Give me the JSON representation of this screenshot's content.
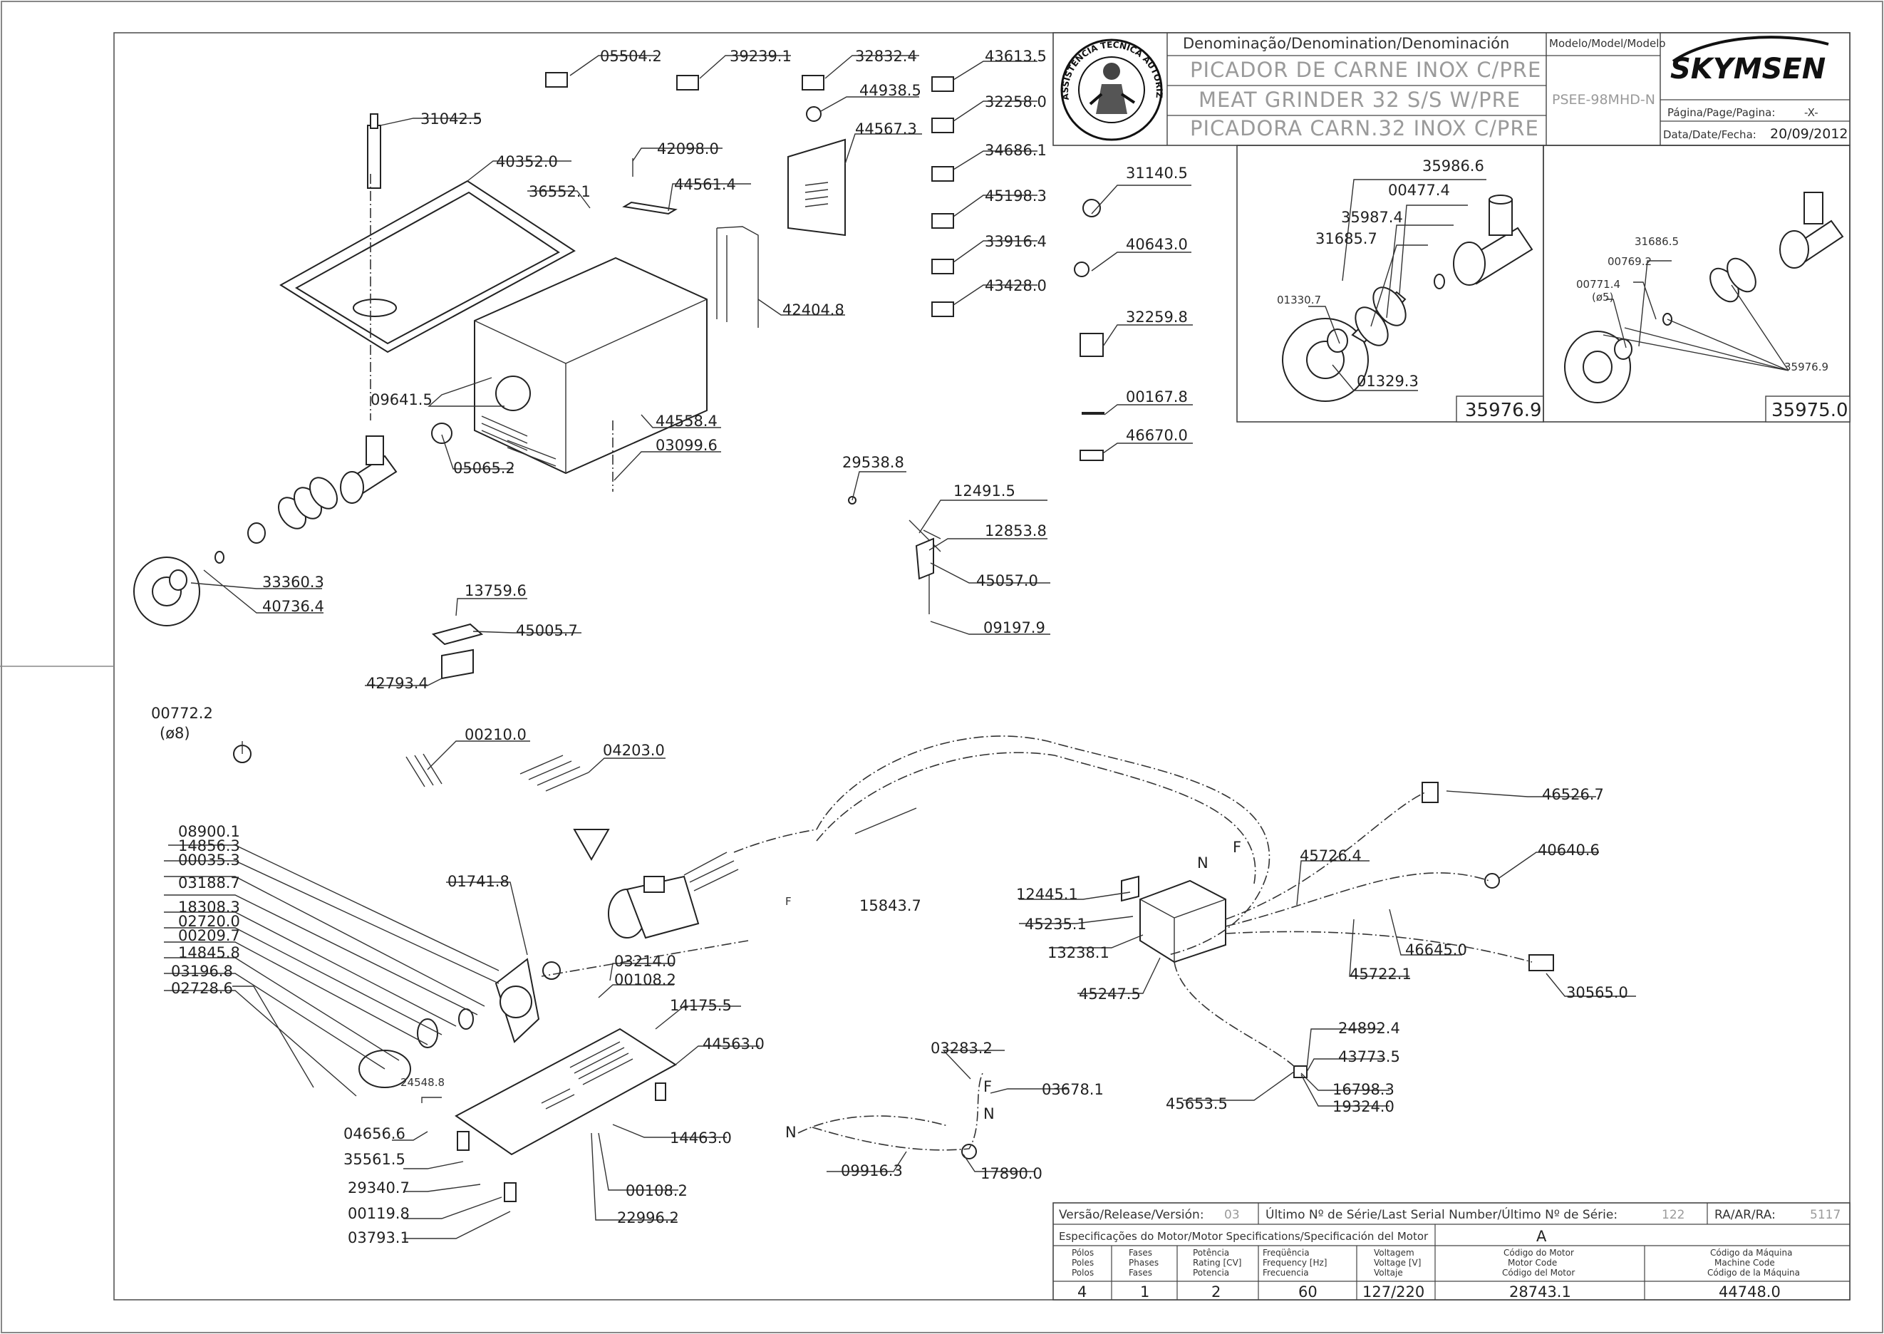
{
  "title_block": {
    "denomination_label": "Denominação/Denomination/Denominación",
    "name_pt": "PICADOR DE CARNE INOX C/PRE",
    "name_en": "MEAT GRINDER 32 S/S W/PRE",
    "name_es": "PICADORA CARN.32 INOX C/PRE",
    "model_label": "Modelo/Model/Modelo",
    "model_value": "PSEE-98MHD-N",
    "brand": "SKYMSEN",
    "page_label": "Página/Page/Pagina:",
    "page_value": "-X-",
    "date_label": "Data/Date/Fecha:",
    "date_value": "20/09/2012",
    "seal_text": "ASSISTÊNCIA TÉCNICA AUTORIZADA"
  },
  "kits": {
    "kit1_code": "35976.9",
    "kit2_code": "35975.0"
  },
  "footer": {
    "release_label": "Versão/Release/Versión:",
    "release_value": "03",
    "serial_label": "Último Nº de Série/Last Serial Number/Último Nº de Série:",
    "serial_value": "122",
    "ra_label": "RA/AR/RA:",
    "ra_value": "5117",
    "motor_spec_label": "Especificações do Motor/Motor Specifications/Specificación del Motor",
    "motor_code_letter": "A",
    "col_poles": "Pólos\nPoles\nPolos",
    "col_phases": "Fases\nPhases\nFases",
    "col_power": "Potência\nRating [CV]\nPotencia",
    "col_freq": "Freqüência\nFrequency [Hz]\nFrecuencia",
    "col_volt": "Voltagem\nVoltage [V]\nVoltaje",
    "col_motor": "Código do Motor\nMotor Code\nCódigo del Motor",
    "col_machine": "Código da Máquina\nMachine Code\nCódigo de la Máquina",
    "val_poles": "4",
    "val_phases": "1",
    "val_power": "2",
    "val_freq": "60",
    "val_volt": "127/220",
    "val_motor": "28743.1",
    "val_machine": "44748.0"
  },
  "callouts": [
    "05504.2",
    "39239.1",
    "32832.4",
    "43613.5",
    "44938.5",
    "32258.0",
    "44567.3",
    "34686.1",
    "45198.3",
    "33916.4",
    "43428.0",
    "31042.5",
    "40352.0",
    "42098.0",
    "36552.1",
    "44561.4",
    "42404.8",
    "09641.5",
    "44558.4",
    "03099.6",
    "05065.2",
    "33360.3",
    "40736.4",
    "13759.6",
    "45005.7",
    "42793.4",
    "31140.5",
    "40643.0",
    "32259.8",
    "00167.8",
    "46670.0",
    "29538.8",
    "12491.5",
    "12853.8",
    "45057.0",
    "09197.9",
    "35986.6",
    "00477.4",
    "35987.4",
    "31685.7",
    "01330.7",
    "01329.3",
    "31686.5",
    "00769.2",
    "00771.4",
    "35976.9",
    "00772.2",
    "00210.0",
    "04203.0",
    "08900.1",
    "14856.3",
    "00035.3",
    "03188.7",
    "18308.3",
    "02720.0",
    "00209.7",
    "14845.8",
    "03196.8",
    "02728.6",
    "01741.8",
    "15843.7",
    "03214.0",
    "00108.2",
    "14175.5",
    "44563.0",
    "24548.8",
    "04656.6",
    "35561.5",
    "29340.7",
    "00119.8",
    "03793.1",
    "14463.0",
    "00108.2",
    "22996.2",
    "03283.2",
    "03678.1",
    "09916.3",
    "17890.0",
    "12445.1",
    "45235.1",
    "13238.1",
    "45247.5",
    "45726.4",
    "46526.7",
    "40640.6",
    "46645.0",
    "45722.1",
    "30565.0",
    "24892.4",
    "43773.5",
    "16798.3",
    "19324.0",
    "45653.5"
  ],
  "notes": {
    "diam8": "(ø8)",
    "diam5": "(ø5)",
    "fase_F": "F",
    "neutro_N": "N"
  }
}
